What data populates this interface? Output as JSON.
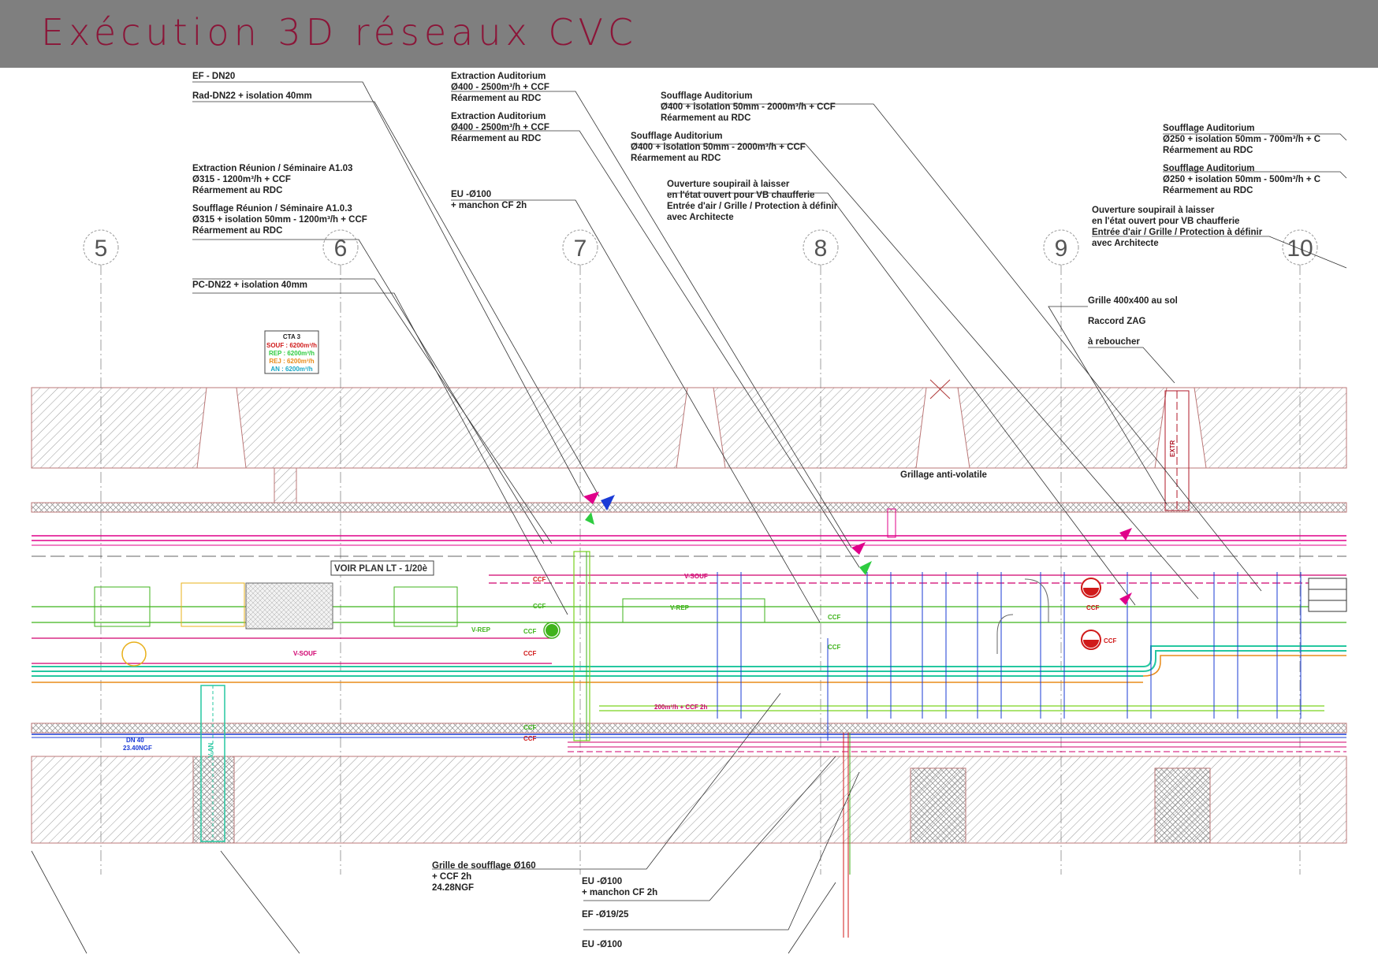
{
  "title": "Exécution 3D réseaux CVC",
  "axes": [
    "5",
    "6",
    "7",
    "8",
    "9",
    "10"
  ],
  "labels": {
    "ef_dn20": "EF - DN20",
    "rad_dn22": "Rad-DN22 + isolation 40mm",
    "extr_reunion": [
      "Extraction  Réunion / Séminaire A1.03",
      "Ø315 - 1200m³/h + CCF",
      "Réarmement au RDC"
    ],
    "souf_reunion": [
      "Soufflage  Réunion / Séminaire A1.0.3",
      "Ø315 + isolation 50mm - 1200m³/h + CCF",
      "Réarmement au RDC"
    ],
    "pc_dn22": "PC-DN22 + isolation 40mm",
    "extr_audi_1": [
      "Extraction  Auditorium",
      "Ø400 - 2500m³/h + CCF",
      "Réarmement au RDC"
    ],
    "extr_audi_2": [
      "Extraction  Auditorium",
      "Ø400 - 2500m³/h + CCF",
      "Réarmement au RDC"
    ],
    "eu_100": [
      "EU -Ø100",
      "+ manchon CF 2h"
    ],
    "souf_audi_1": [
      "Soufflage  Auditorium",
      "Ø400 + isolation 50mm - 2000m³/h + CCF",
      "Réarmement au RDC"
    ],
    "souf_audi_2": [
      "Soufflage  Auditorium",
      "Ø400 + isolation 50mm - 2000m³/h + CCF",
      "Réarmement au RDC"
    ],
    "soupirail_1": [
      "Ouverture soupirail à laisser",
      "en l'état ouvert pour VB chaufferie",
      "Entrée d'air / Grille / Protection à définir",
      "avec Architecte"
    ],
    "souf_audi_3": [
      "Soufflage  Auditorium",
      "Ø250 + isolation 50mm - 700m³/h + C",
      "Réarmement au RDC"
    ],
    "souf_audi_4": [
      "Soufflage  Auditorium",
      "Ø250 + isolation 50mm - 500m³/h + C",
      "Réarmement au RDC"
    ],
    "soupirail_2": [
      "Ouverture soupirail à laisser",
      "en l'état ouvert pour VB chaufferie",
      "Entrée d'air / Grille / Protection à définir",
      "avec Architecte"
    ],
    "grille_sol": "Grille 400x400 au sol",
    "raccord_zag": "Raccord ZAG",
    "a_reboucher": "à reboucher",
    "grillage": "Grillage anti-volatile",
    "voir_plan": "VOIR PLAN LT - 1/20è",
    "v_souf": "V-SOUF",
    "v_rep": "V-REP",
    "ccf": "CCF",
    "cta3": [
      "CTA 3",
      "SOUF : 6200m³/h",
      "REP : 6200m³/h",
      "REJ : 6200m³/h",
      "AN : 6200m³/h"
    ],
    "grille_souf": [
      "Grille de soufflage Ø160",
      "+ CCF 2h",
      "24.28NGF"
    ],
    "eu_100_b": [
      "EU -Ø100",
      "+ manchon CF 2h"
    ],
    "ef_19": "EF -Ø19/25",
    "eu_100_c": "EU -Ø100",
    "gaine_extr": "EXTR",
    "v_an": "V-AN",
    "dn40": [
      "DN 40",
      "23.40NGF"
    ],
    "duct_200": "200m³/h + CCF 2h"
  }
}
